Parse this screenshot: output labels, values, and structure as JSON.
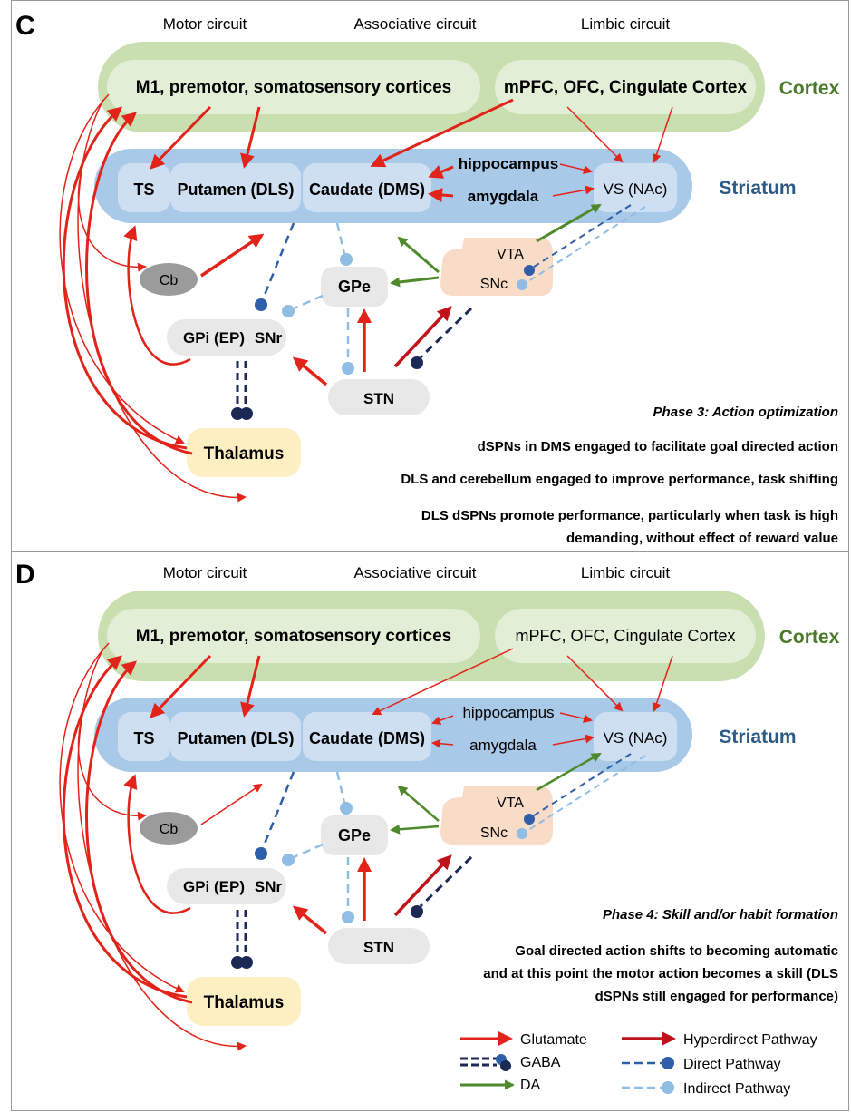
{
  "panels": [
    {
      "letter": "C",
      "headers": {
        "motor": "Motor circuit",
        "associative": "Associative circuit",
        "limbic": "Limbic circuit"
      },
      "cortex_label": "Cortex",
      "striatum_label": "Striatum",
      "regions": {
        "m1": "M1, premotor, somatosensory cortices",
        "mpfc": "mPFC, OFC, Cingulate Cortex",
        "ts": "TS",
        "putamen": "Putamen (DLS)",
        "caudate": "Caudate (DMS)",
        "hippocampus": "hippocampus",
        "amygdala": "amygdala",
        "vs": "VS (NAc)",
        "vta": "VTA",
        "snc": "SNc",
        "cb": "Cb",
        "gpe": "GPe",
        "gpi": "GPi (EP)",
        "snr": "SNr",
        "stn": "STN",
        "thalamus": "Thalamus"
      },
      "notes": {
        "phase": "Phase 3: Action optimization",
        "line1": "dSPNs in DMS engaged to facilitate goal directed action",
        "line2": "DLS and cerebellum engaged to improve performance, task shifting",
        "line3a": "DLS dSPNs promote performance, particularly when task is high",
        "line3b": "demanding, without effect of reward value"
      }
    },
    {
      "letter": "D",
      "headers": {
        "motor": "Motor circuit",
        "associative": "Associative circuit",
        "limbic": "Limbic circuit"
      },
      "cortex_label": "Cortex",
      "striatum_label": "Striatum",
      "regions": {
        "m1": "M1, premotor, somatosensory cortices",
        "mpfc": "mPFC, OFC, Cingulate Cortex",
        "ts": "TS",
        "putamen": "Putamen (DLS)",
        "caudate": "Caudate (DMS)",
        "hippocampus": "hippocampus",
        "amygdala": "amygdala",
        "vs": "VS (NAc)",
        "vta": "VTA",
        "snc": "SNc",
        "cb": "Cb",
        "gpe": "GPe",
        "gpi": "GPi (EP)",
        "snr": "SNr",
        "stn": "STN",
        "thalamus": "Thalamus"
      },
      "notes": {
        "phase": "Phase 4: Skill and/or habit formation",
        "line1": "Goal directed action shifts to becoming automatic",
        "line2": "and at this point the motor action becomes a skill (DLS",
        "line3": "dSPNs still engaged for performance)"
      }
    }
  ],
  "legend": {
    "glutamate": "Glutamate",
    "gaba": "GABA",
    "da": "DA",
    "hyperdirect": "Hyperdirect Pathway",
    "direct": "Direct Pathway",
    "indirect": "Indirect Pathway"
  },
  "colors": {
    "cortex": "#c9dfb0",
    "cortex_inner": "#e3eed6",
    "striatum": "#a9c9e8",
    "striatum_inner": "#cfdff2",
    "glutamate": "#e2231a",
    "hyperdirect": "#c0121a",
    "da": "#4e8a2c",
    "direct": "#2f5fa8",
    "indirect": "#8fbde4",
    "gaba": "#1b2a55",
    "nucleus": "#e8e8e8",
    "cb": "#9b9b9b",
    "vta_snc": "#f8dcc8",
    "thalamus": "#fdefc2",
    "cortex_text": "#4a7a2a",
    "striatum_text": "#2c5a85"
  }
}
